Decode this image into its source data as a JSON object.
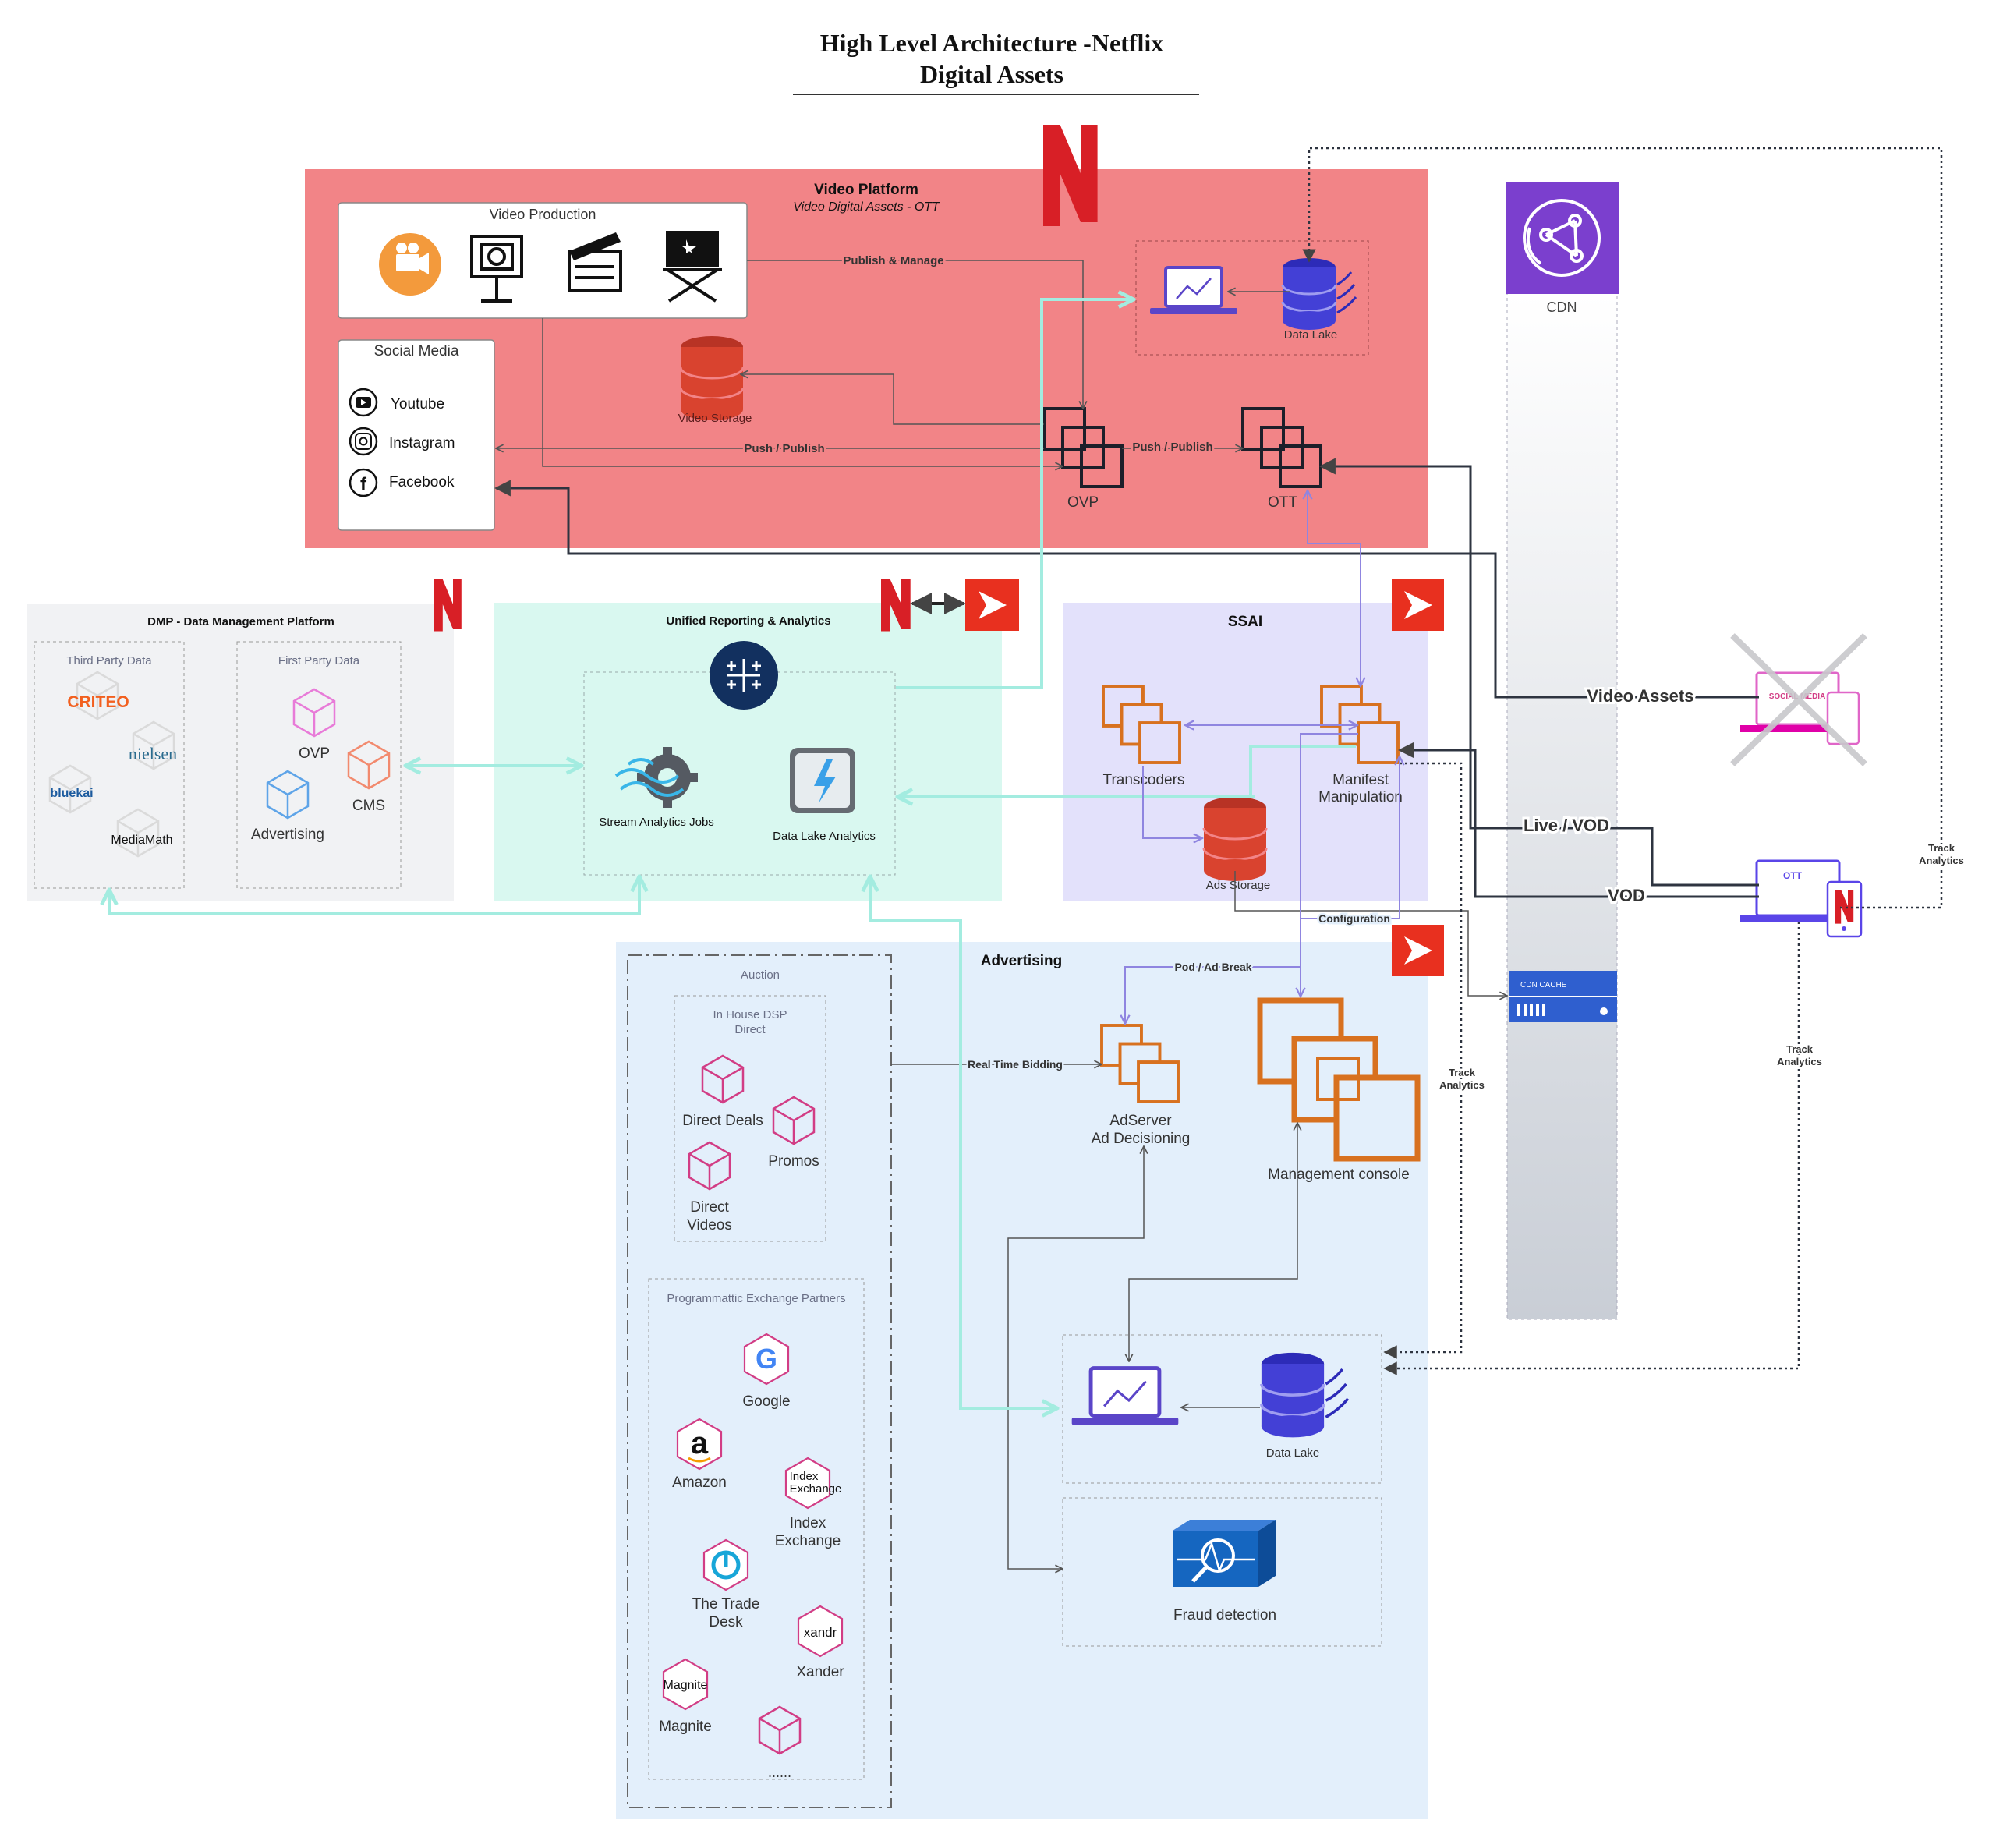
{
  "title": {
    "line1": "High Level Architecture -Netflix",
    "line2": "Digital Assets"
  },
  "video_platform": {
    "title": "Video Platform",
    "subtitle": "Video Digital Assets - OTT",
    "video_production": "Video Production",
    "social_media": {
      "title": "Social Media",
      "items": [
        "Youtube",
        "Instagram",
        "Facebook"
      ]
    },
    "video_storage": "Video Storage",
    "data_lake": "Data Lake",
    "ovp": "OVP",
    "ott": "OTT"
  },
  "edges": {
    "publish_manage": "Publish & Manage",
    "push_publish_1": "Push / Publish",
    "push_publish_2": "Push / Publish",
    "video_assets": "Video Assets",
    "live_vod": "Live / VOD",
    "vod": "VOD",
    "track_analytics_1": "Track Analytics",
    "track_analytics_2": "Track Analytics",
    "track_analytics_3": "Track Analytics",
    "configuration": "Configuration",
    "pod_ad_break": "Pod / Ad Break",
    "real_time_bidding": "Real Time Bidding"
  },
  "cdn": {
    "label": "CDN",
    "cache_label": "CDN CACHE"
  },
  "dmp": {
    "title": "DMP - Data Management Platform",
    "third_party": "Third Party Data",
    "first_party": "First Party Data",
    "third_party_logos": [
      "CRITEO",
      "nielsen",
      "bluekai",
      "MediaMath"
    ],
    "first_party_items": [
      "OVP",
      "CMS",
      "Advertising"
    ]
  },
  "reporting": {
    "title": "Unified Reporting & Analytics",
    "stream_jobs": "Stream Analytics Jobs",
    "lake_analytics": "Data Lake Analytics"
  },
  "ssai": {
    "title": "SSAI",
    "transcoders": "Transcoders",
    "manifest_1": "Manifest",
    "manifest_2": "Manipulation",
    "ads_storage": "Ads Storage"
  },
  "advertising": {
    "title": "Advertising",
    "auction": "Auction",
    "inhouse_1": "In House DSP",
    "inhouse_2": "Direct",
    "direct_deals": "Direct Deals",
    "promos": "Promos",
    "direct_videos_1": "Direct",
    "direct_videos_2": "Videos",
    "programmatic": "Programmattic Exchange Partners",
    "google": "Google",
    "amazon": "Amazon",
    "index_1": "Index",
    "index_2": "Exchange",
    "index_logo_1": "Index",
    "index_logo_2": "Exchange",
    "tradedesk_1": "The Trade",
    "tradedesk_2": "Desk",
    "xander": "Xander",
    "xandr_logo": "xandr",
    "magnite": "Magnite",
    "magnite_logo": "Magnite",
    "more": "......",
    "adserver_1": "AdServer",
    "adserver_2": "Ad Decisioning",
    "mgmt_console": "Management console",
    "data_lake": "Data Lake",
    "fraud": "Fraud detection"
  },
  "devices": {
    "social_media_screen": "SOCIAL MEDIA",
    "ott_screen": "OTT"
  },
  "colors": {
    "video_platform_bg": "#f28487",
    "dmp_bg": "#f1f2f4",
    "reporting_bg": "#d9f8f0",
    "ssai_bg": "#e3e1fb",
    "advertising_bg": "#e3effb",
    "netflix_red": "#d81f26",
    "cdn_purple": "#7b3fce",
    "orange_icon": "#e07a2c",
    "pink_icon": "#d23d85",
    "teal_edge": "#a3ece0",
    "purple_edge": "#9b8fe8"
  }
}
